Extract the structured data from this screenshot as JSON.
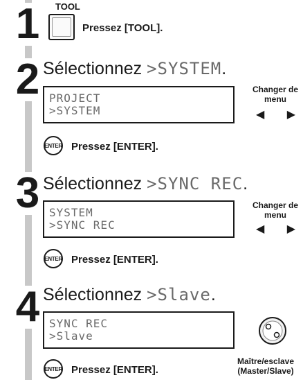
{
  "step1": {
    "number": "1",
    "key_label": "TOOL",
    "instruction": "Pressez [TOOL]."
  },
  "step2": {
    "number": "2",
    "title_prefix": "Sélectionnez",
    "title_lcd": ">SYSTEM",
    "title_suffix": ".",
    "lcd_lines": [
      "PROJECT",
      ">SYSTEM"
    ],
    "side_label_1": "Changer de",
    "side_label_2": "menu",
    "enter_label": "ENTER",
    "instruction": "Pressez [ENTER]."
  },
  "step3": {
    "number": "3",
    "title_prefix": "Sélectionnez",
    "title_lcd": ">SYNC REC",
    "title_suffix": ".",
    "lcd_lines": [
      "SYSTEM",
      ">SYNC REC"
    ],
    "side_label_1": "Changer de",
    "side_label_2": "menu",
    "enter_label": "ENTER",
    "instruction": "Pressez [ENTER]."
  },
  "step4": {
    "number": "4",
    "title_prefix": "Sélectionnez",
    "title_lcd": ">Slave",
    "title_suffix": ".",
    "lcd_lines": [
      "SYNC REC",
      ">Slave"
    ],
    "enter_label": "ENTER",
    "instruction": "Pressez [ENTER].",
    "dial_label_1": "Maître/esclave",
    "dial_label_2": "(Master/Slave)"
  },
  "arrows": "◀ ▶",
  "colors": {
    "lcd_text": "#6a6a6a",
    "sidebar": "#c8c8c8",
    "ink": "#1a1a1a"
  }
}
